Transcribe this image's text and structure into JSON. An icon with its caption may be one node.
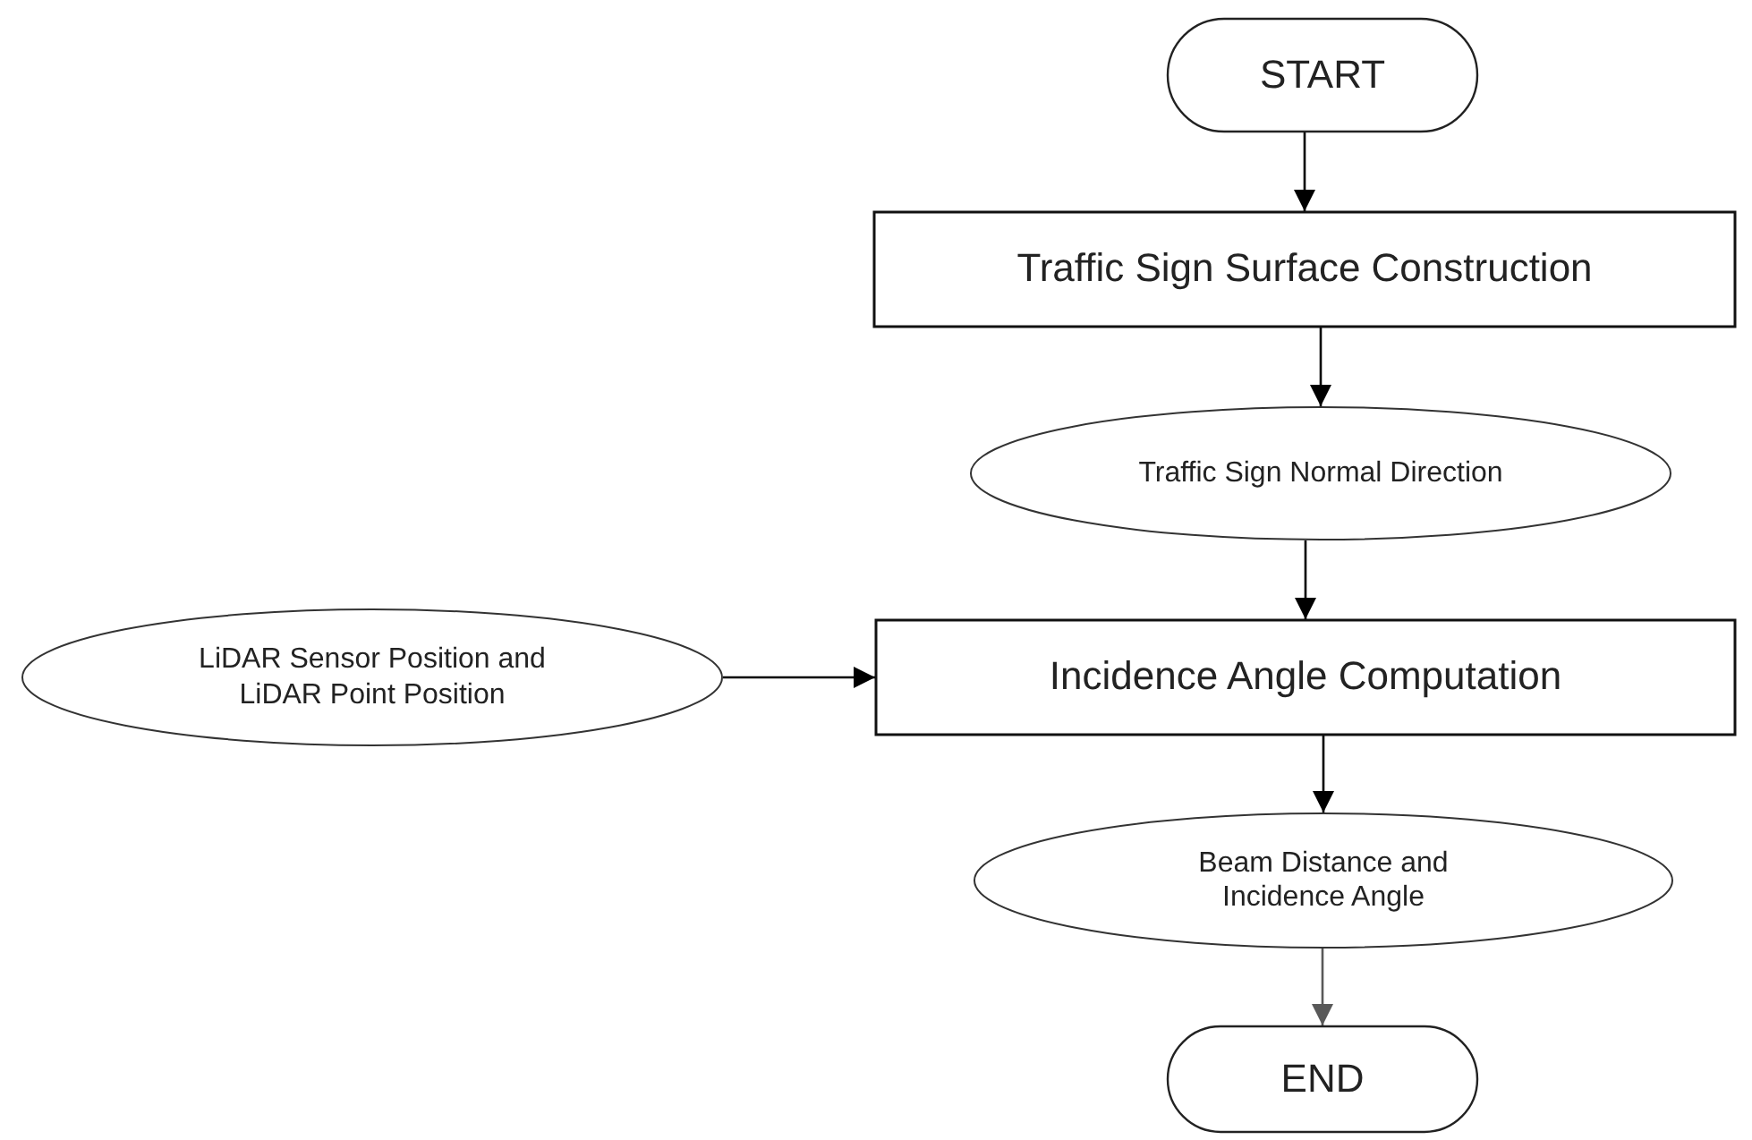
{
  "diagram": {
    "nodes": [
      {
        "text": [
          "START"
        ]
      },
      {
        "text": [
          "Traffic Sign Surface Construction"
        ]
      },
      {
        "text": [
          "Traffic Sign Normal Direction"
        ]
      },
      {
        "text": [
          "LiDAR Sensor Position and LiDAR Point Position"
        ]
      },
      {
        "text": [
          "Incidence Angle Computation"
        ]
      },
      {
        "text": [
          "Beam Distance and Incidence Angle"
        ]
      },
      {
        "text": [
          "END"
        ]
      }
    ],
    "edges": [
      {
        "from": 0,
        "to": 1,
        "arrow": "to"
      },
      {
        "from": 1,
        "to": 2,
        "arrow": "to"
      },
      {
        "from": 2,
        "to": 4,
        "arrow": "to"
      },
      {
        "from": 3,
        "to": 4,
        "arrow": "to"
      },
      {
        "from": 4,
        "to": 5,
        "arrow": "to"
      },
      {
        "from": 5,
        "to": 6,
        "arrow": "to",
        "color": "#595959"
      }
    ]
  }
}
